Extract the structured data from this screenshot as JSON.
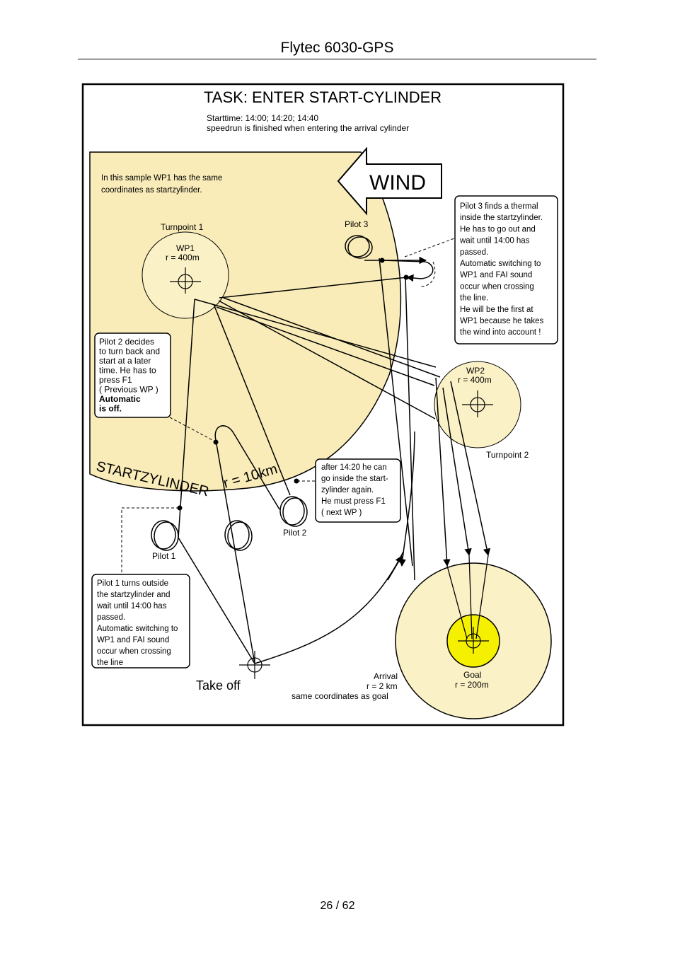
{
  "header": {
    "title": "Flytec 6030-GPS"
  },
  "footer": {
    "page": "26 / 62"
  },
  "diagram": {
    "title": "TASK: ENTER START-CYLINDER",
    "subtitle_line1": "Starttime: 14:00; 14:20; 14:40",
    "subtitle_line2": "speedrun is finished when entering the arrival cylinder",
    "wind_label": "WIND",
    "sample_note_line1": "In this sample WP1 has the same",
    "sample_note_line2": "coordinates as startzylinder.",
    "turnpoint1": "Turnpoint 1",
    "wp1_name": "WP1",
    "wp1_radius": "r = 400m",
    "pilot3_label": "Pilot 3",
    "pilot2_label": "Pilot 2",
    "pilot1_label": "Pilot 1",
    "wp2_name": "WP2",
    "wp2_radius": "r = 400m",
    "turnpoint2": "Turnpoint 2",
    "cylinder_label_a": "STARTZYLINDER",
    "cylinder_label_b": "r = 10km",
    "takeoff": "Take off",
    "arrival_name": "Arrival",
    "arrival_radius": "r = 2 km",
    "arrival_note": "same coordinates as goal",
    "goal_name": "Goal",
    "goal_radius": "r = 200m",
    "pilot3_box": [
      "Pilot 3 finds a thermal",
      "inside the startzylinder.",
      "He has to go out and",
      "wait until 14:00 has",
      "passed.",
      "Automatic switching to",
      "WP1 and FAI sound",
      "occur when crossing",
      "the line.",
      "He will be the first at",
      "WP1 because he takes",
      "the wind into account !"
    ],
    "pilot2_box": [
      "Pilot 2 decides",
      "to turn back and",
      "start at a later",
      "time. He has to",
      "press F1",
      "( Previous WP )",
      "Automatic",
      " is off."
    ],
    "after_box": [
      "after 14:20 he can",
      "go inside the start-",
      "zylinder again.",
      "He must press F1",
      "( next WP )"
    ],
    "pilot1_box": [
      "Pilot 1 turns outside",
      "the startzylinder and",
      "wait until 14:00 has",
      "passed.",
      "Automatic switching to",
      "WP1 and FAI sound",
      "occur when crossing",
      "the line"
    ],
    "colors": {
      "cylinder_fill": "#f9ecb8",
      "light_fill": "#fbf1c6",
      "goal_fill": "#f5ef00"
    }
  }
}
